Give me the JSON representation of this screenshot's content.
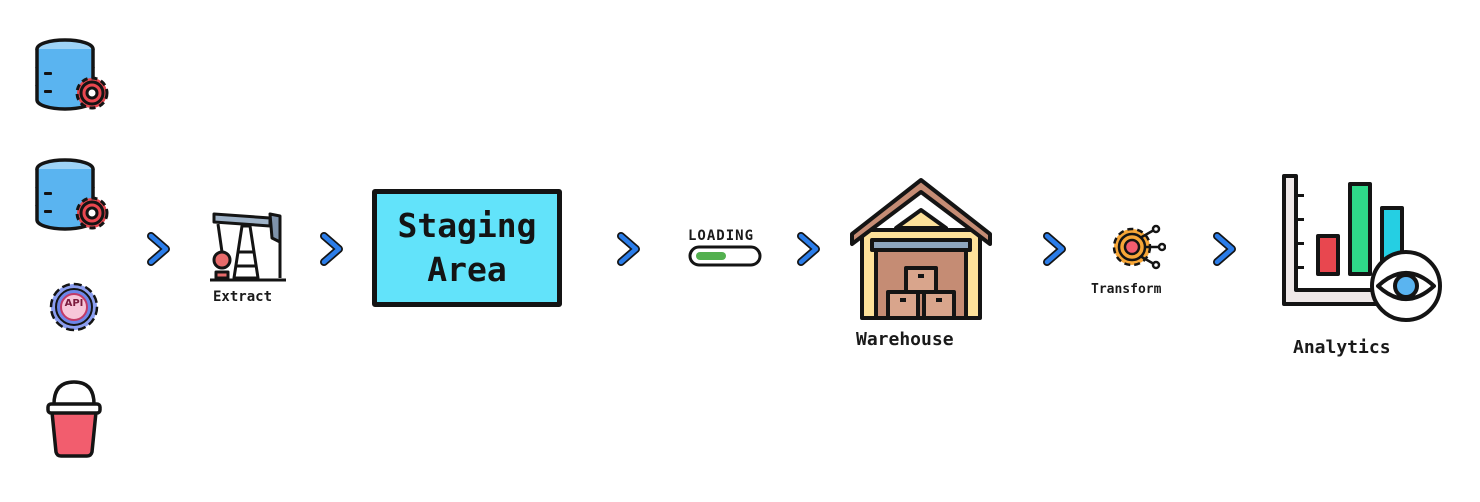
{
  "labels": {
    "extract": "Extract",
    "staging_line1": "Staging",
    "staging_line2": "Area",
    "loading": "LOADING",
    "warehouse": "Warehouse",
    "transform": "Transform",
    "analytics": "Analytics"
  },
  "api_badge": "API",
  "sources": [
    "database-gear-icon",
    "database-gear-icon",
    "api-gear-icon",
    "bucket-icon"
  ],
  "icons": {
    "extract": "oil-pump-icon",
    "loading": "loading-bar-icon",
    "warehouse": "warehouse-icon",
    "transform": "gear-circuit-icon",
    "analytics": "bar-chart-eye-icon",
    "arrow": "chevron-right-icon"
  },
  "colors": {
    "staging_fill": "#62e3fa",
    "arrow": "#2b7de9",
    "db_blue": "#5ab4f0",
    "gear_red": "#e8474f",
    "bucket_red": "#f25d6e",
    "warehouse_roof": "#c58c74",
    "warehouse_wall": "#fde19a",
    "chart_green": "#2fd889",
    "chart_cyan": "#25cfe3"
  }
}
